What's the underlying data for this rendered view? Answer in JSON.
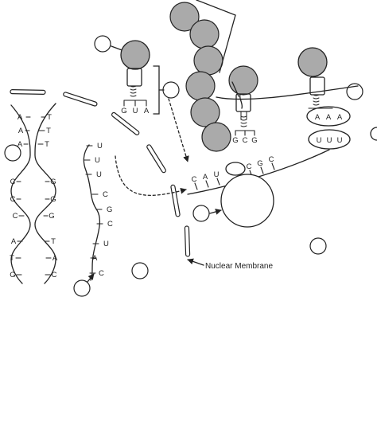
{
  "dna": {
    "left_strand": [
      "A",
      "A",
      "A",
      "C",
      "C",
      "C",
      "A",
      "T",
      "G"
    ],
    "right_strand": [
      "T",
      "T",
      "T",
      "G",
      "G",
      "G",
      "T",
      "A",
      "C"
    ]
  },
  "mrna_strand": [
    "U",
    "U",
    "U",
    "C",
    "G",
    "C",
    "U",
    "A",
    "C"
  ],
  "trna_anticodon_free": [
    "G",
    "U",
    "A"
  ],
  "trna_anticodon_1": [
    "G",
    "C",
    "G"
  ],
  "trna_anticodon_2": [
    "A",
    "A",
    "A"
  ],
  "ribosome_codons": {
    "left": [
      "C",
      "A",
      "U"
    ],
    "right": [
      "C",
      "G",
      "C"
    ]
  },
  "ribosome_codon_3": [
    "U",
    "U",
    "U"
  ],
  "membrane_label": "Nuclear Membrane",
  "colors": {
    "line": "#222222",
    "amino_acid_fill": "#aaaaaa",
    "background": "#ffffff"
  }
}
